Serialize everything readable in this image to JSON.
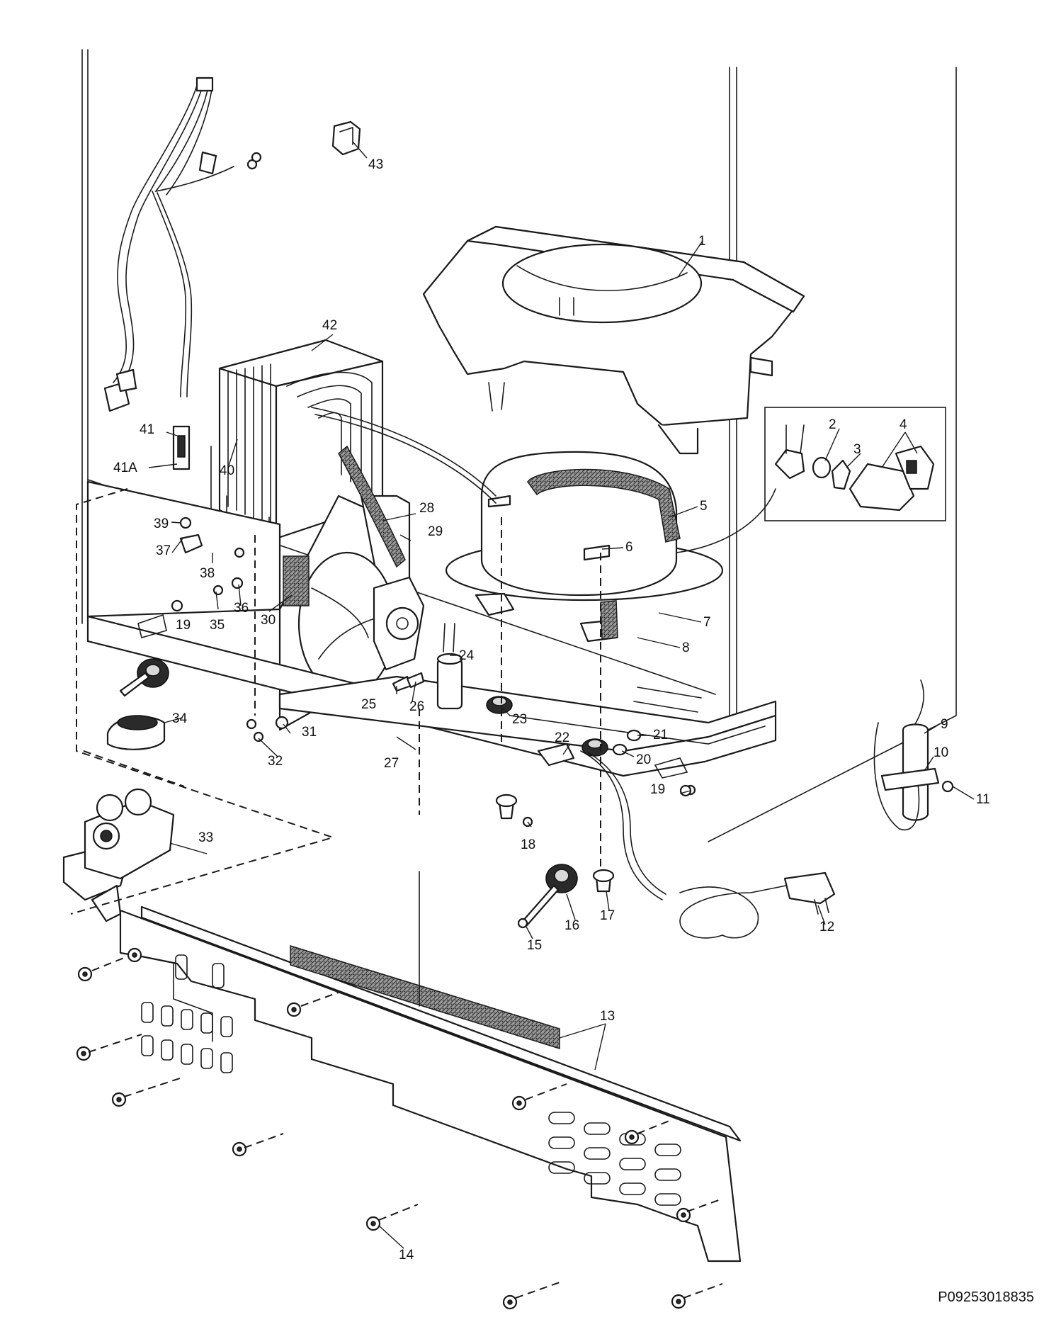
{
  "document_code": "P09253018835",
  "callouts": [
    {
      "id": "c1",
      "label": "1"
    },
    {
      "id": "c2",
      "label": "2"
    },
    {
      "id": "c3",
      "label": "3"
    },
    {
      "id": "c4",
      "label": "4"
    },
    {
      "id": "c5",
      "label": "5"
    },
    {
      "id": "c6",
      "label": "6"
    },
    {
      "id": "c7",
      "label": "7"
    },
    {
      "id": "c8",
      "label": "8"
    },
    {
      "id": "c9",
      "label": "9"
    },
    {
      "id": "c10",
      "label": "10"
    },
    {
      "id": "c11",
      "label": "11"
    },
    {
      "id": "c12",
      "label": "12"
    },
    {
      "id": "c13",
      "label": "13"
    },
    {
      "id": "c14",
      "label": "14"
    },
    {
      "id": "c15",
      "label": "15"
    },
    {
      "id": "c16",
      "label": "16"
    },
    {
      "id": "c17",
      "label": "17"
    },
    {
      "id": "c18",
      "label": "18"
    },
    {
      "id": "c19a",
      "label": "19"
    },
    {
      "id": "c19b",
      "label": "19"
    },
    {
      "id": "c20",
      "label": "20"
    },
    {
      "id": "c21",
      "label": "21"
    },
    {
      "id": "c22",
      "label": "22"
    },
    {
      "id": "c23",
      "label": "23"
    },
    {
      "id": "c24",
      "label": "24"
    },
    {
      "id": "c25",
      "label": "25"
    },
    {
      "id": "c26",
      "label": "26"
    },
    {
      "id": "c27",
      "label": "27"
    },
    {
      "id": "c28",
      "label": "28"
    },
    {
      "id": "c29",
      "label": "29"
    },
    {
      "id": "c30",
      "label": "30"
    },
    {
      "id": "c31",
      "label": "31"
    },
    {
      "id": "c32",
      "label": "32"
    },
    {
      "id": "c33",
      "label": "33"
    },
    {
      "id": "c34",
      "label": "34"
    },
    {
      "id": "c35",
      "label": "35"
    },
    {
      "id": "c36",
      "label": "36"
    },
    {
      "id": "c37",
      "label": "37"
    },
    {
      "id": "c38",
      "label": "38"
    },
    {
      "id": "c39",
      "label": "39"
    },
    {
      "id": "c40",
      "label": "40"
    },
    {
      "id": "c41",
      "label": "41"
    },
    {
      "id": "c41a",
      "label": "41A"
    },
    {
      "id": "c42",
      "label": "42"
    },
    {
      "id": "c43",
      "label": "43"
    }
  ]
}
